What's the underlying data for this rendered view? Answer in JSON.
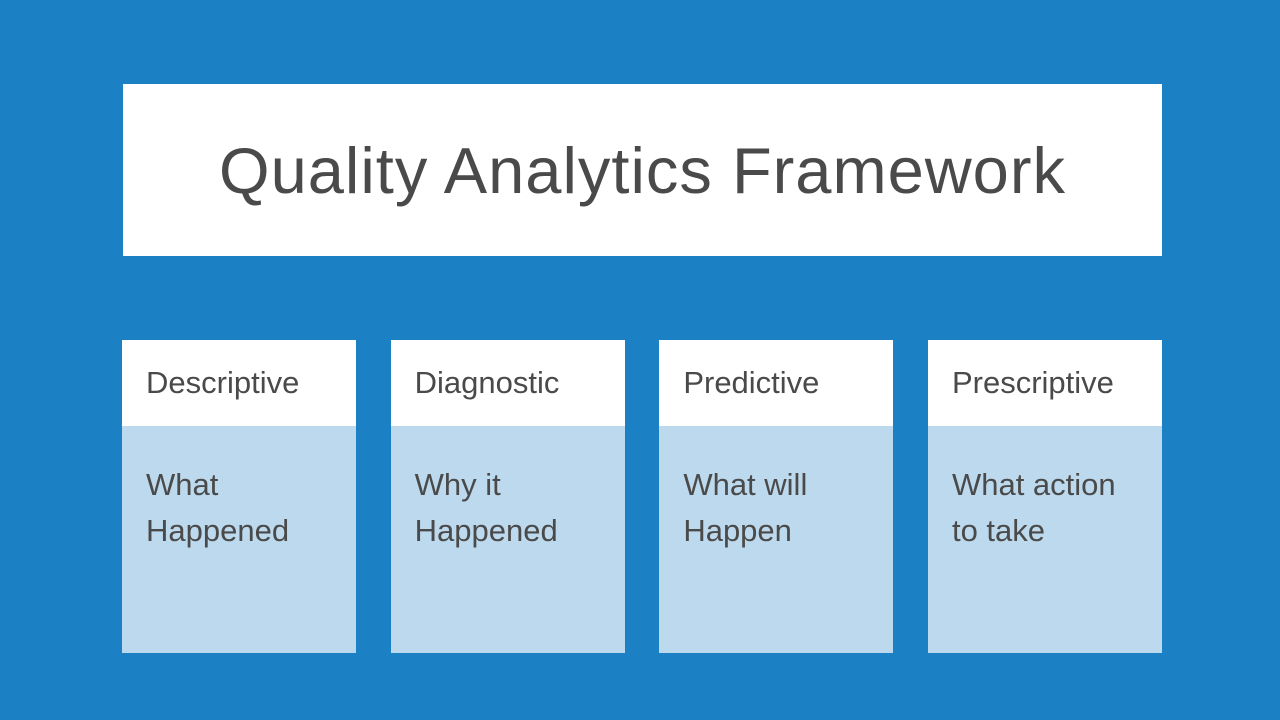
{
  "slide": {
    "title": "Quality Analytics Framework"
  },
  "columns": [
    {
      "header": "Descriptive",
      "body": "What\nHappened"
    },
    {
      "header": "Diagnostic",
      "body": "Why it\nHappened"
    },
    {
      "header": "Predictive",
      "body": "What will\nHappen"
    },
    {
      "header": "Prescriptive",
      "body": "What action\nto take"
    }
  ],
  "colors": {
    "background": "#1C80C4",
    "panel_header": "#FFFFFF",
    "panel_body": "#BCD9ED",
    "text": "#4A4A4A"
  }
}
